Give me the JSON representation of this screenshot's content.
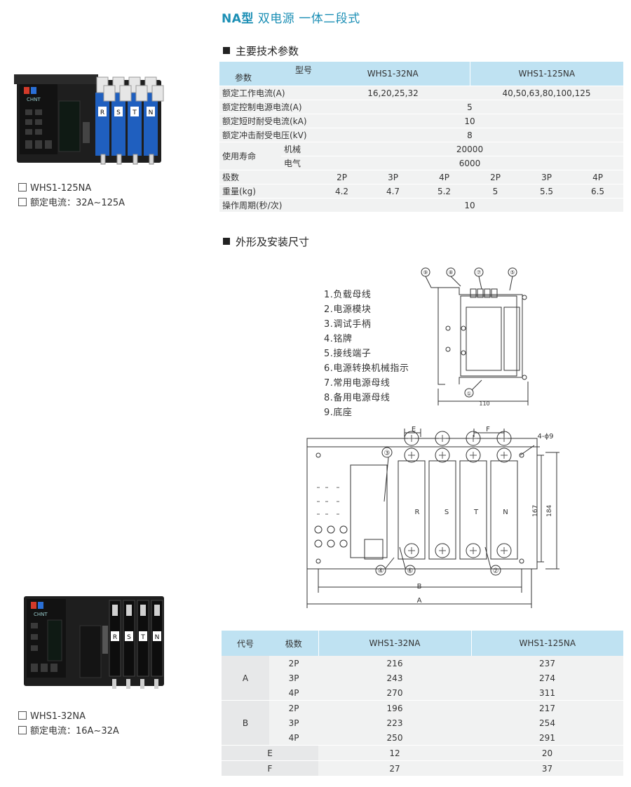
{
  "page_title": {
    "prefix": "NA型",
    "suffix": " 双电源 一体二段式"
  },
  "sections": {
    "specs": "主要技术参数",
    "dimensions": "外形及安装尺寸"
  },
  "spec_table": {
    "corner_top": "型号",
    "corner_bottom": "参数",
    "models": [
      "WHS1-32NA",
      "WHS1-125NA"
    ],
    "rated_current": {
      "label": "额定工作电流(A)",
      "v32": "16,20,25,32",
      "v125": "40,50,63,80,100,125"
    },
    "control_current": {
      "label": "额定控制电源电流(A)",
      "value": "5"
    },
    "short_time": {
      "label": "额定短时耐受电流(kA)",
      "value": "10"
    },
    "impulse": {
      "label": "额定冲击耐受电压(kV)",
      "value": "8"
    },
    "life": {
      "label": "使用寿命",
      "mech_label": "机械",
      "mech_value": "20000",
      "elec_label": "电气",
      "elec_value": "6000"
    },
    "poles": {
      "label": "极数",
      "values": [
        "2P",
        "3P",
        "4P",
        "2P",
        "3P",
        "4P"
      ]
    },
    "weight": {
      "label": "重量(kg)",
      "values": [
        "4.2",
        "4.7",
        "5.2",
        "5",
        "5.5",
        "6.5"
      ]
    },
    "cycle": {
      "label": "操作周期(秒/次)",
      "value": "10"
    }
  },
  "products": [
    {
      "model": "WHS1-125NA",
      "current": "额定电流：32A~125A"
    },
    {
      "model": "WHS1-32NA",
      "current": "额定电流：16A~32A"
    }
  ],
  "device_labels": {
    "brand": "CHNT",
    "phases": [
      "R",
      "S",
      "T",
      "N"
    ]
  },
  "legend": [
    "1.负载母线",
    "2.电源模块",
    "3.调试手柄",
    "4.铭牌",
    "5.接线端子",
    "6.电源转换机械指示",
    "7.常用电源母线",
    "8.备用电源母线",
    "9.底座"
  ],
  "side_drawing": {
    "callouts": [
      "⑨",
      "⑧",
      "⑦",
      "⑤",
      "①"
    ],
    "width_label": "110"
  },
  "front_drawing": {
    "dim_e": "E",
    "dim_f": "F",
    "hole_label": "4-ϕ9",
    "height_inner": "167",
    "height_outer": "184",
    "dim_b": "B",
    "dim_a": "A",
    "callouts": [
      "③",
      "④",
      "⑥",
      "②"
    ],
    "phases": [
      "R",
      "S",
      "T",
      "N"
    ]
  },
  "dim_table": {
    "headers": [
      "代号",
      "极数",
      "WHS1-32NA",
      "WHS1-125NA"
    ],
    "rows": [
      {
        "code": "A",
        "poles": [
          "2P",
          "3P",
          "4P"
        ],
        "v32": [
          "216",
          "243",
          "270"
        ],
        "v125": [
          "237",
          "274",
          "311"
        ]
      },
      {
        "code": "B",
        "poles": [
          "2P",
          "3P",
          "4P"
        ],
        "v32": [
          "196",
          "223",
          "250"
        ],
        "v125": [
          "217",
          "254",
          "291"
        ]
      }
    ],
    "extra": [
      {
        "code": "E",
        "v32": "12",
        "v125": "20"
      },
      {
        "code": "F",
        "v32": "27",
        "v125": "37"
      }
    ]
  },
  "colors": {
    "accent": "#1c8fb5",
    "header_bg": "#bfe2f2",
    "row_bg": "#f1f2f2",
    "switch_blue": "#1f5fbf",
    "device_black": "#1e1e1e"
  }
}
